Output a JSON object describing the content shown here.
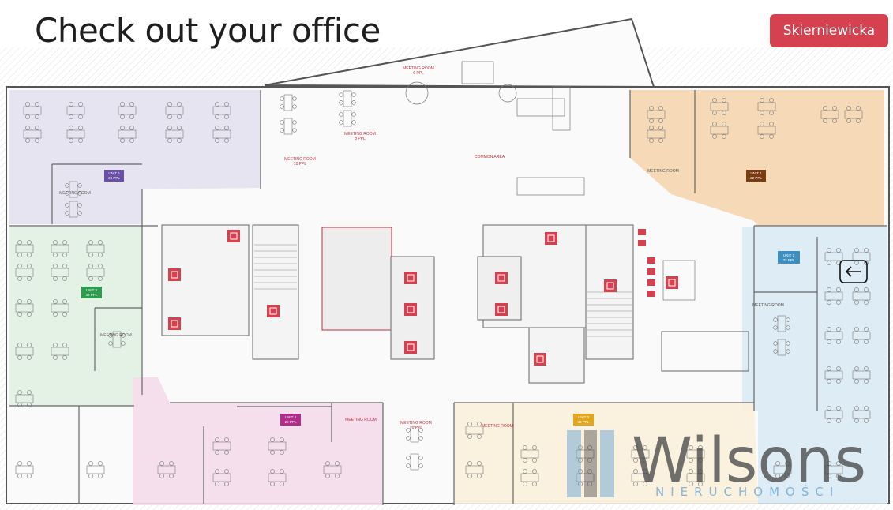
{
  "title": "Check out your office",
  "location_button": "Skierniewicka",
  "colors": {
    "accent": "#d6414f",
    "unit_1": "#f5d6b0",
    "unit_2": "#d8e9f3",
    "unit_3": "#fbf0dc",
    "unit_4": "#f5dceb",
    "unit_5": "#dff0e0",
    "unit_6": "#e4e1f1",
    "badge_unit_1": "#7b3b12",
    "badge_unit_2": "#3d8fc2",
    "badge_unit_3": "#e2a51c",
    "badge_unit_4": "#b22d8a",
    "badge_unit_5": "#2c9c4e",
    "badge_unit_6": "#6a4fa8"
  },
  "units": {
    "unit_1": {
      "name": "UNIT 1",
      "capacity": "22 PPL"
    },
    "unit_2": {
      "name": "UNIT 2",
      "capacity": "32 PPL"
    },
    "unit_3": {
      "name": "UNIT 3",
      "capacity": "32 PPL"
    },
    "unit_4": {
      "name": "UNIT 4",
      "capacity": "22 PPL"
    },
    "unit_5": {
      "name": "UNIT 5",
      "capacity": "32 PPL"
    },
    "unit_6": {
      "name": "UNIT 6",
      "capacity": "26 PPL"
    }
  },
  "rooms": {
    "meeting_top_6": {
      "l1": "MEETING ROOM",
      "l2": "6 PPL"
    },
    "meeting_top_8": {
      "l1": "MEETING ROOM",
      "l2": "8 PPL"
    },
    "meeting_top_10": {
      "l1": "MEETING ROOM",
      "l2": "10 PPL"
    },
    "common_area": "COMMON AREA",
    "meeting_bottom_10": {
      "l1": "MEETING ROOM",
      "l2": "10 PPL"
    },
    "meeting_room": "MEETING ROOM"
  },
  "icons": [
    "wheelchair-icon",
    "toilet-icon",
    "stairs-icon",
    "elevator-icon",
    "fire-extinguisher-icon",
    "back-arrow-icon"
  ],
  "brand": {
    "name": "Wilsons",
    "sub": "NIERUCHOMOŚCI"
  }
}
